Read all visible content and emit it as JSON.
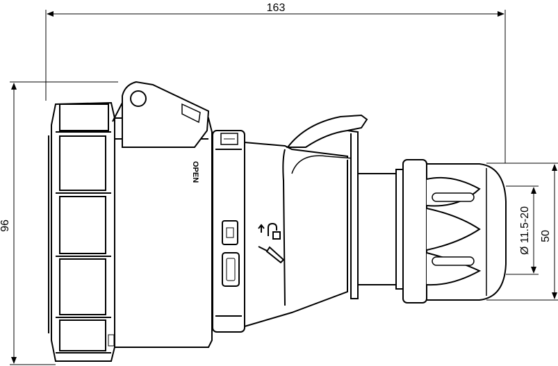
{
  "drawing": {
    "dimensions": {
      "overall_length": "163",
      "overall_height": "96",
      "cable_diameter": "Ø 11.5-20",
      "gland_height": "50"
    },
    "labels": {
      "open": "OPEN"
    }
  }
}
